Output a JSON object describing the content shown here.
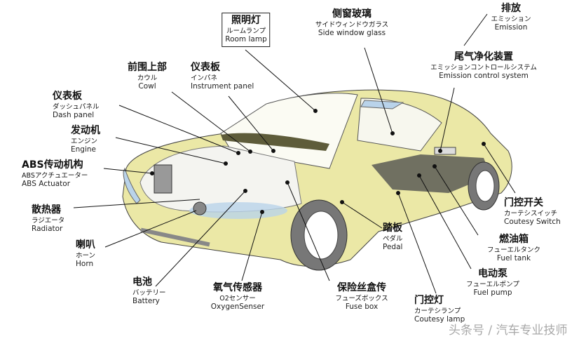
{
  "labels": {
    "room_lamp": {
      "zh": "照明灯",
      "jp": "ルームランプ",
      "en": "Room lamp"
    },
    "side_window": {
      "zh": "侧窗玻璃",
      "jp": "サイドウィンドウガラス",
      "en": "Side window glass"
    },
    "emission": {
      "zh": "排放",
      "jp": "エミッション",
      "en": "Emission"
    },
    "emission_control": {
      "zh": "尾气净化装置",
      "jp": "エミッションコントロールシステム",
      "en": "Emission control system"
    },
    "cowl": {
      "zh": "前围上部",
      "jp": "カウル",
      "en": "Cowl"
    },
    "instrument_panel": {
      "zh": "仪表板",
      "jp": "インパネ",
      "en": "Instrument panel"
    },
    "dash_panel": {
      "zh": "仪表板",
      "jp": "ダッシュパネル",
      "en": "Dash panel"
    },
    "engine": {
      "zh": "发动机",
      "jp": "エンジン",
      "en": "Engine"
    },
    "abs": {
      "zh": "ABS传动机构",
      "jp": "ABSアクチュエーター",
      "en": "ABS Actuator"
    },
    "radiator": {
      "zh": "散热器",
      "jp": "ラジエータ",
      "en": "Radiator"
    },
    "horn": {
      "zh": "喇叭",
      "jp": "ホーン",
      "en": "Horn"
    },
    "battery": {
      "zh": "电池",
      "jp": "バッテリー",
      "en": "Battery"
    },
    "o2": {
      "zh": "氧气传感器",
      "jp": "O2センサー",
      "en": "OxygenSenser"
    },
    "fuse_box": {
      "zh": "保险丝盒传",
      "jp": "フューズボックス",
      "en": "Fuse box"
    },
    "pedal": {
      "zh": "踏板",
      "jp": "ペダル",
      "en": "Pedal"
    },
    "courtesy_lamp": {
      "zh": "门控灯",
      "jp": "カーテシランプ",
      "en": "Coutesy lamp"
    },
    "fuel_pump": {
      "zh": "电动泵",
      "jp": "フューエルポンプ",
      "en": "Fuel pump"
    },
    "fuel_tank": {
      "zh": "燃油箱",
      "jp": "フューエルタンク",
      "en": "Fuel tank"
    },
    "courtesy_switch": {
      "zh": "门控开关",
      "jp": "カーテシスイッチ",
      "en": "Coutesy Switch"
    }
  },
  "watermark": "头条号 / 汽车专业技师",
  "colors": {
    "body": "#ebe8a6",
    "glass": "#b9d3ea",
    "dark": "#5e5c3a"
  }
}
